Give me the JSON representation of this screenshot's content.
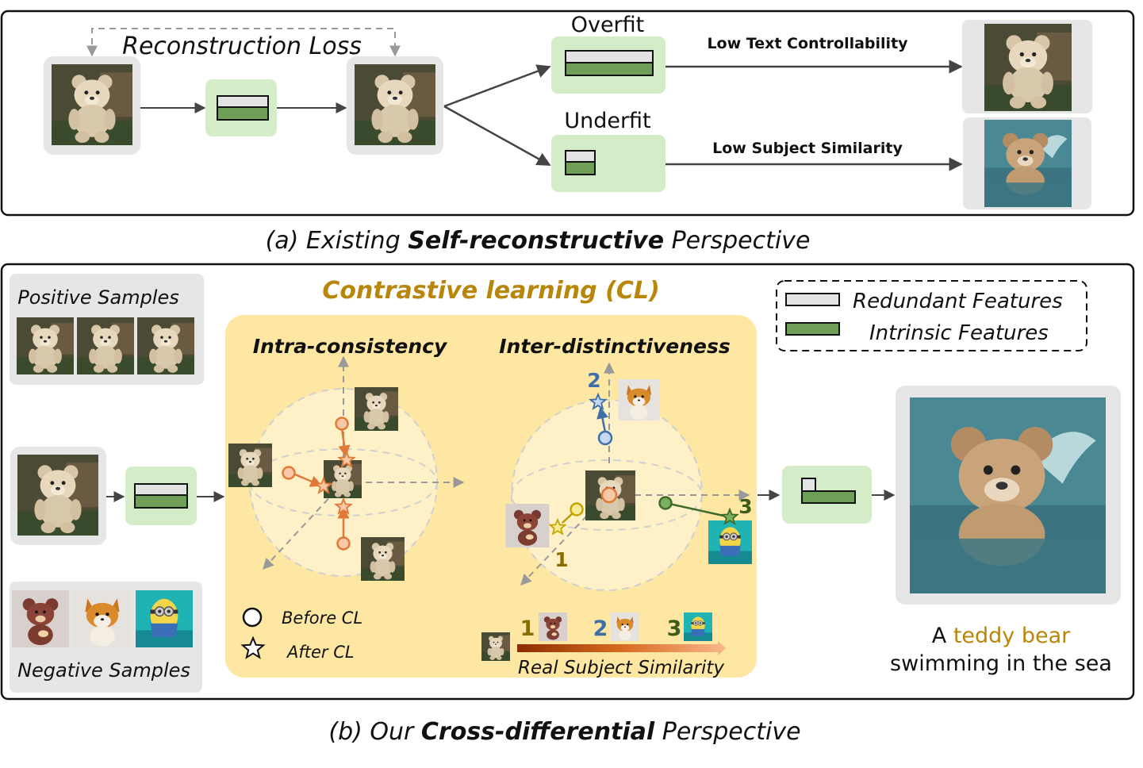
{
  "panel_a": {
    "caption_prefix": "(a)  Existing ",
    "caption_bold": "Self-reconstructive",
    "caption_suffix": " Perspective",
    "loss_label": "Reconstruction Loss",
    "overfit_label": "Overfit",
    "underfit_label": "Underfit",
    "low_text_label": "Low Text Controllability",
    "low_subject_label": "Low Subject Similarity"
  },
  "panel_b": {
    "caption_prefix": "(b) Our ",
    "caption_bold": "Cross-differential",
    "caption_suffix": " Perspective",
    "positive_label": "Positive Samples",
    "negative_label": "Negative Samples",
    "cl_title": "Contrastive learning (CL)",
    "intra_label": "Intra-consistency",
    "inter_label": "Inter-distinctiveness",
    "before_label": "Before CL",
    "after_label": "After CL",
    "similarity_label": "Real Subject Similarity",
    "rank_1": "1",
    "rank_2": "2",
    "rank_3": "3",
    "legend_redundant": "Redundant  Features",
    "legend_intrinsic": "Intrinsic  Features",
    "prompt_prefix": "A ",
    "prompt_highlight": "teddy bear",
    "prompt_line2": "swimming in the sea"
  },
  "colors": {
    "gold": "#b8860b",
    "orange": "#e07838",
    "blue": "#3e6fa8",
    "green_feature": "#6f9e58",
    "green_box": "#d5ecc9",
    "yellow_panel": "#fde7a3",
    "redundant": "#e3e3e3"
  }
}
